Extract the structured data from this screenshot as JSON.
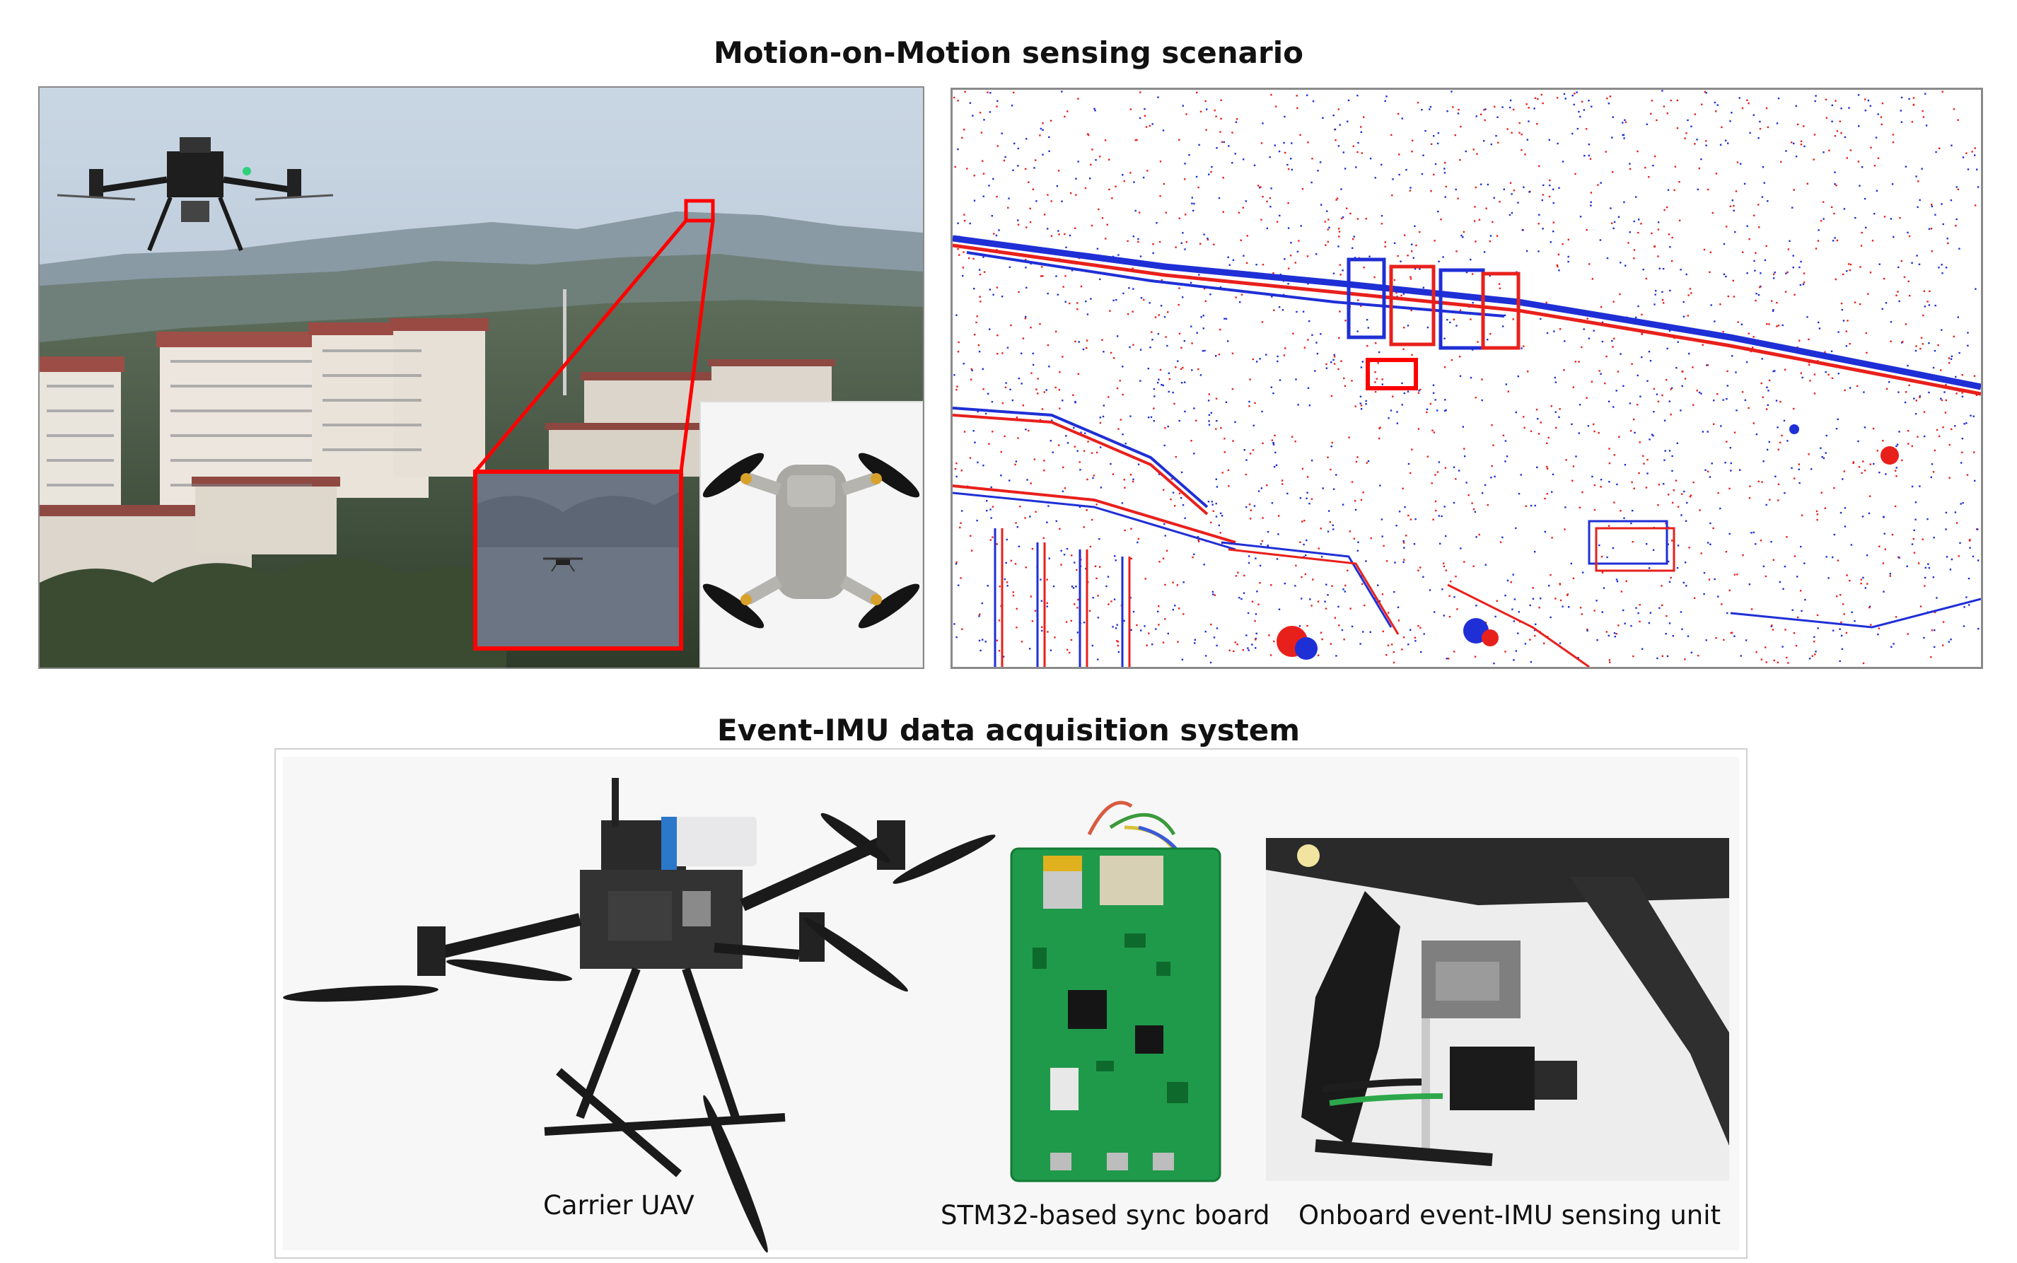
{
  "titles": {
    "scenario": "Motion-on-Motion sensing scenario",
    "system": "Event-IMU data acquisition system"
  },
  "captions": {
    "carrier": "Carrier UAV",
    "sync_board": "STM32-based sync board",
    "sensing_unit": "Onboard event-IMU sensing unit"
  },
  "colors": {
    "highlight": "#ff0000",
    "event_positive": "#e8201c",
    "event_negative": "#1f2fd6",
    "board_green": "#1f9a4a"
  }
}
